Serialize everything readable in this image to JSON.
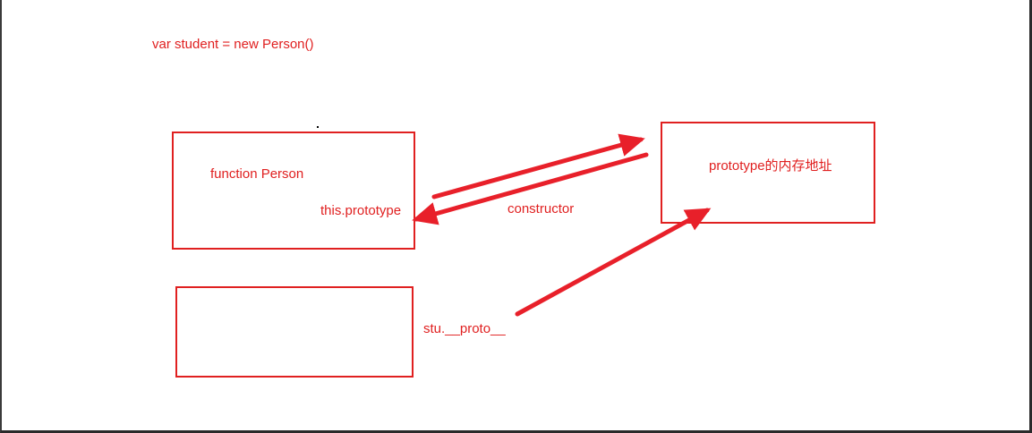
{
  "diagram": {
    "code_line": "var student = new Person()",
    "person_box": {
      "title": "function Person",
      "member": "this.prototype"
    },
    "prototype_box": {
      "title": "prototype的内存地址"
    },
    "instance_box": {},
    "labels": {
      "constructor": "constructor",
      "proto": "stu.__proto__"
    },
    "colors": {
      "accent": "#e02020",
      "background": "#ffffff"
    }
  }
}
